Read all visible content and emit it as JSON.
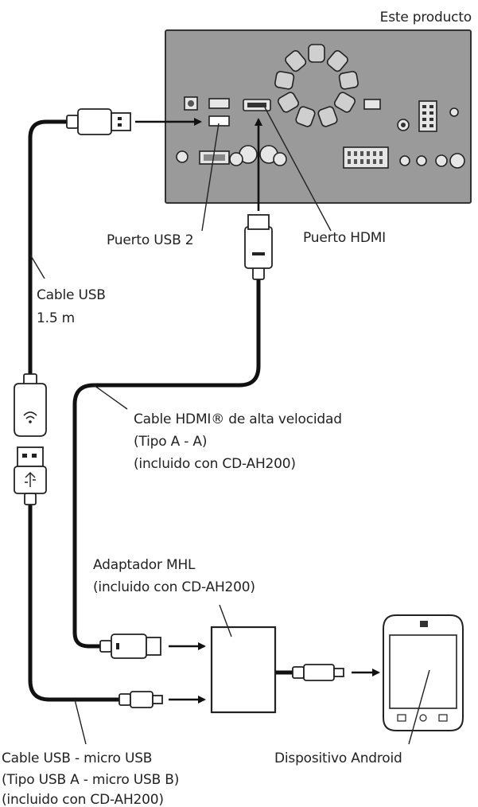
{
  "labels": {
    "product": "Este producto",
    "usb_port": "Puerto USB 2",
    "hdmi_port": "Puerto HDMI",
    "usb_cable_line1": "Cable USB",
    "usb_cable_line2": "1.5 m",
    "hdmi_cable_line1": "Cable HDMI® de alta velocidad",
    "hdmi_cable_line2": "(Tipo A - A)",
    "hdmi_cable_line3": "(incluido con CD-AH200)",
    "mhl_line1": "Adaptador MHL",
    "mhl_line2": "(incluido con CD-AH200)",
    "micro_line1": "Cable USB - micro USB",
    "micro_line2": "(Tipo USB A - micro USB B)",
    "micro_line3": "(incluido con CD-AH200)",
    "android": "Dispositivo Android"
  },
  "colors": {
    "panel": "#9a9a9a",
    "cable": "#111111"
  }
}
